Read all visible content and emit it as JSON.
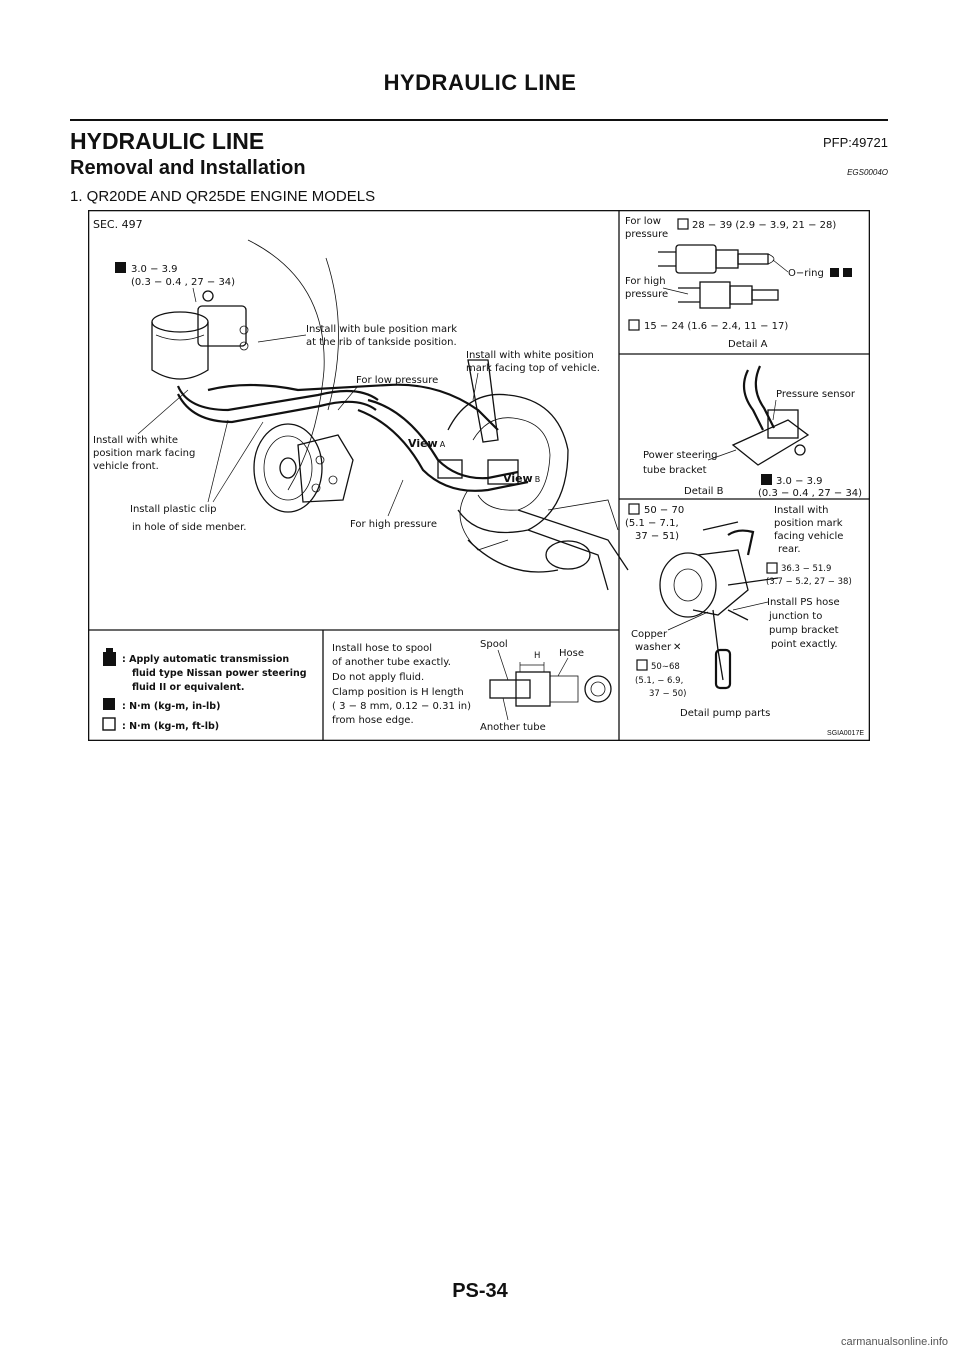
{
  "header": {
    "title": "HYDRAULIC LINE"
  },
  "section": {
    "title": "HYDRAULIC LINE",
    "pfp": "PFP:49721"
  },
  "subsection": {
    "title": "Removal and Installation",
    "code": "EGS0004O"
  },
  "step": "1.   QR20DE AND QR25DE ENGINE MODELS",
  "figure": {
    "sec": "SEC. 497",
    "main": {
      "torque1_a": "3.0 − 3.9",
      "torque1_b": "(0.3   − 0.4 , 27 − 34)",
      "blue_mark_1": "Install with bule position mark",
      "blue_mark_2": "at  the rib of tankside position.",
      "white_top_1": "Install with white position",
      "white_top_2": "mark facing top of vehicle.",
      "for_low_pressure": "For low pressure",
      "white_front_1": "Install with white",
      "white_front_2": "position mark facing",
      "white_front_3": "vehicle front.",
      "view_a": "View",
      "view_a_letter": "A",
      "view_b": "View",
      "view_b_letter": "B",
      "plastic_clip_1": "Install plastic clip",
      "plastic_clip_2": "in hole of side menber.",
      "for_high_pressure": "For high pressure"
    },
    "detail_a": {
      "for_low_1": "For low",
      "for_low_2": "pressure",
      "torque_top": "28 − 39 (2.9 − 3.9, 21 − 28)",
      "o_ring": "O−ring",
      "for_high_1": "For high",
      "for_high_2": "pressure",
      "torque_bottom": "15 − 24 (1.6 − 2.4, 11 − 17)",
      "caption": "Detail A"
    },
    "detail_b": {
      "pressure_sensor": "Pressure sensor",
      "bracket_1": "Power steering",
      "bracket_2": "tube bracket",
      "caption": "Detail B",
      "torque_a": "3.0 − 3.9",
      "torque_b": "(0.3   − 0.4 , 27 − 34)"
    },
    "pump": {
      "torque1_a": "50 − 70",
      "torque1_b": "(5.1 − 7.1,",
      "torque1_c": "37 − 51)",
      "install_1": "Install with",
      "install_2": "position mark",
      "install_3": "facing vehicle",
      "install_4": "rear.",
      "torque2_a": "36.3 − 51.9",
      "torque2_b": "(3.7 − 5.2, 27 − 38)",
      "ps_1": "Install PS hose",
      "ps_2": "junction to",
      "ps_3": "pump bracket",
      "ps_4": "point exactly.",
      "copper_1": "Copper",
      "copper_2": "washer",
      "torque3_a": "50∼68",
      "torque3_b": "(5.1, − 6.9,",
      "torque3_c": "37 − 50)",
      "caption": "Detail pump parts"
    },
    "legend": {
      "atf_1": ": Apply automatic transmission",
      "atf_2": "fluid type  Nissan power steering",
      "atf_3": "fluid II or equivalent.",
      "nm_in": ": N·m (kg-m, in-lb)",
      "nm_ft": ": N·m (kg-m, ft-lb)"
    },
    "hose": {
      "line_1": "Install hose to spool",
      "line_2": "of another tube exactly.",
      "line_3": "Do not apply fluid.",
      "line_4": "Clamp position is H length",
      "line_5": "( 3 − 8 mm, 0.12 − 0.31 in)",
      "line_6": "from hose edge.",
      "spool": "Spool",
      "h": "H",
      "hose": "Hose",
      "another_tube": "Another tube"
    },
    "code": "SGIA0017E"
  },
  "footer": {
    "page": "PS-34",
    "watermark": "carmanualsonline.info"
  }
}
